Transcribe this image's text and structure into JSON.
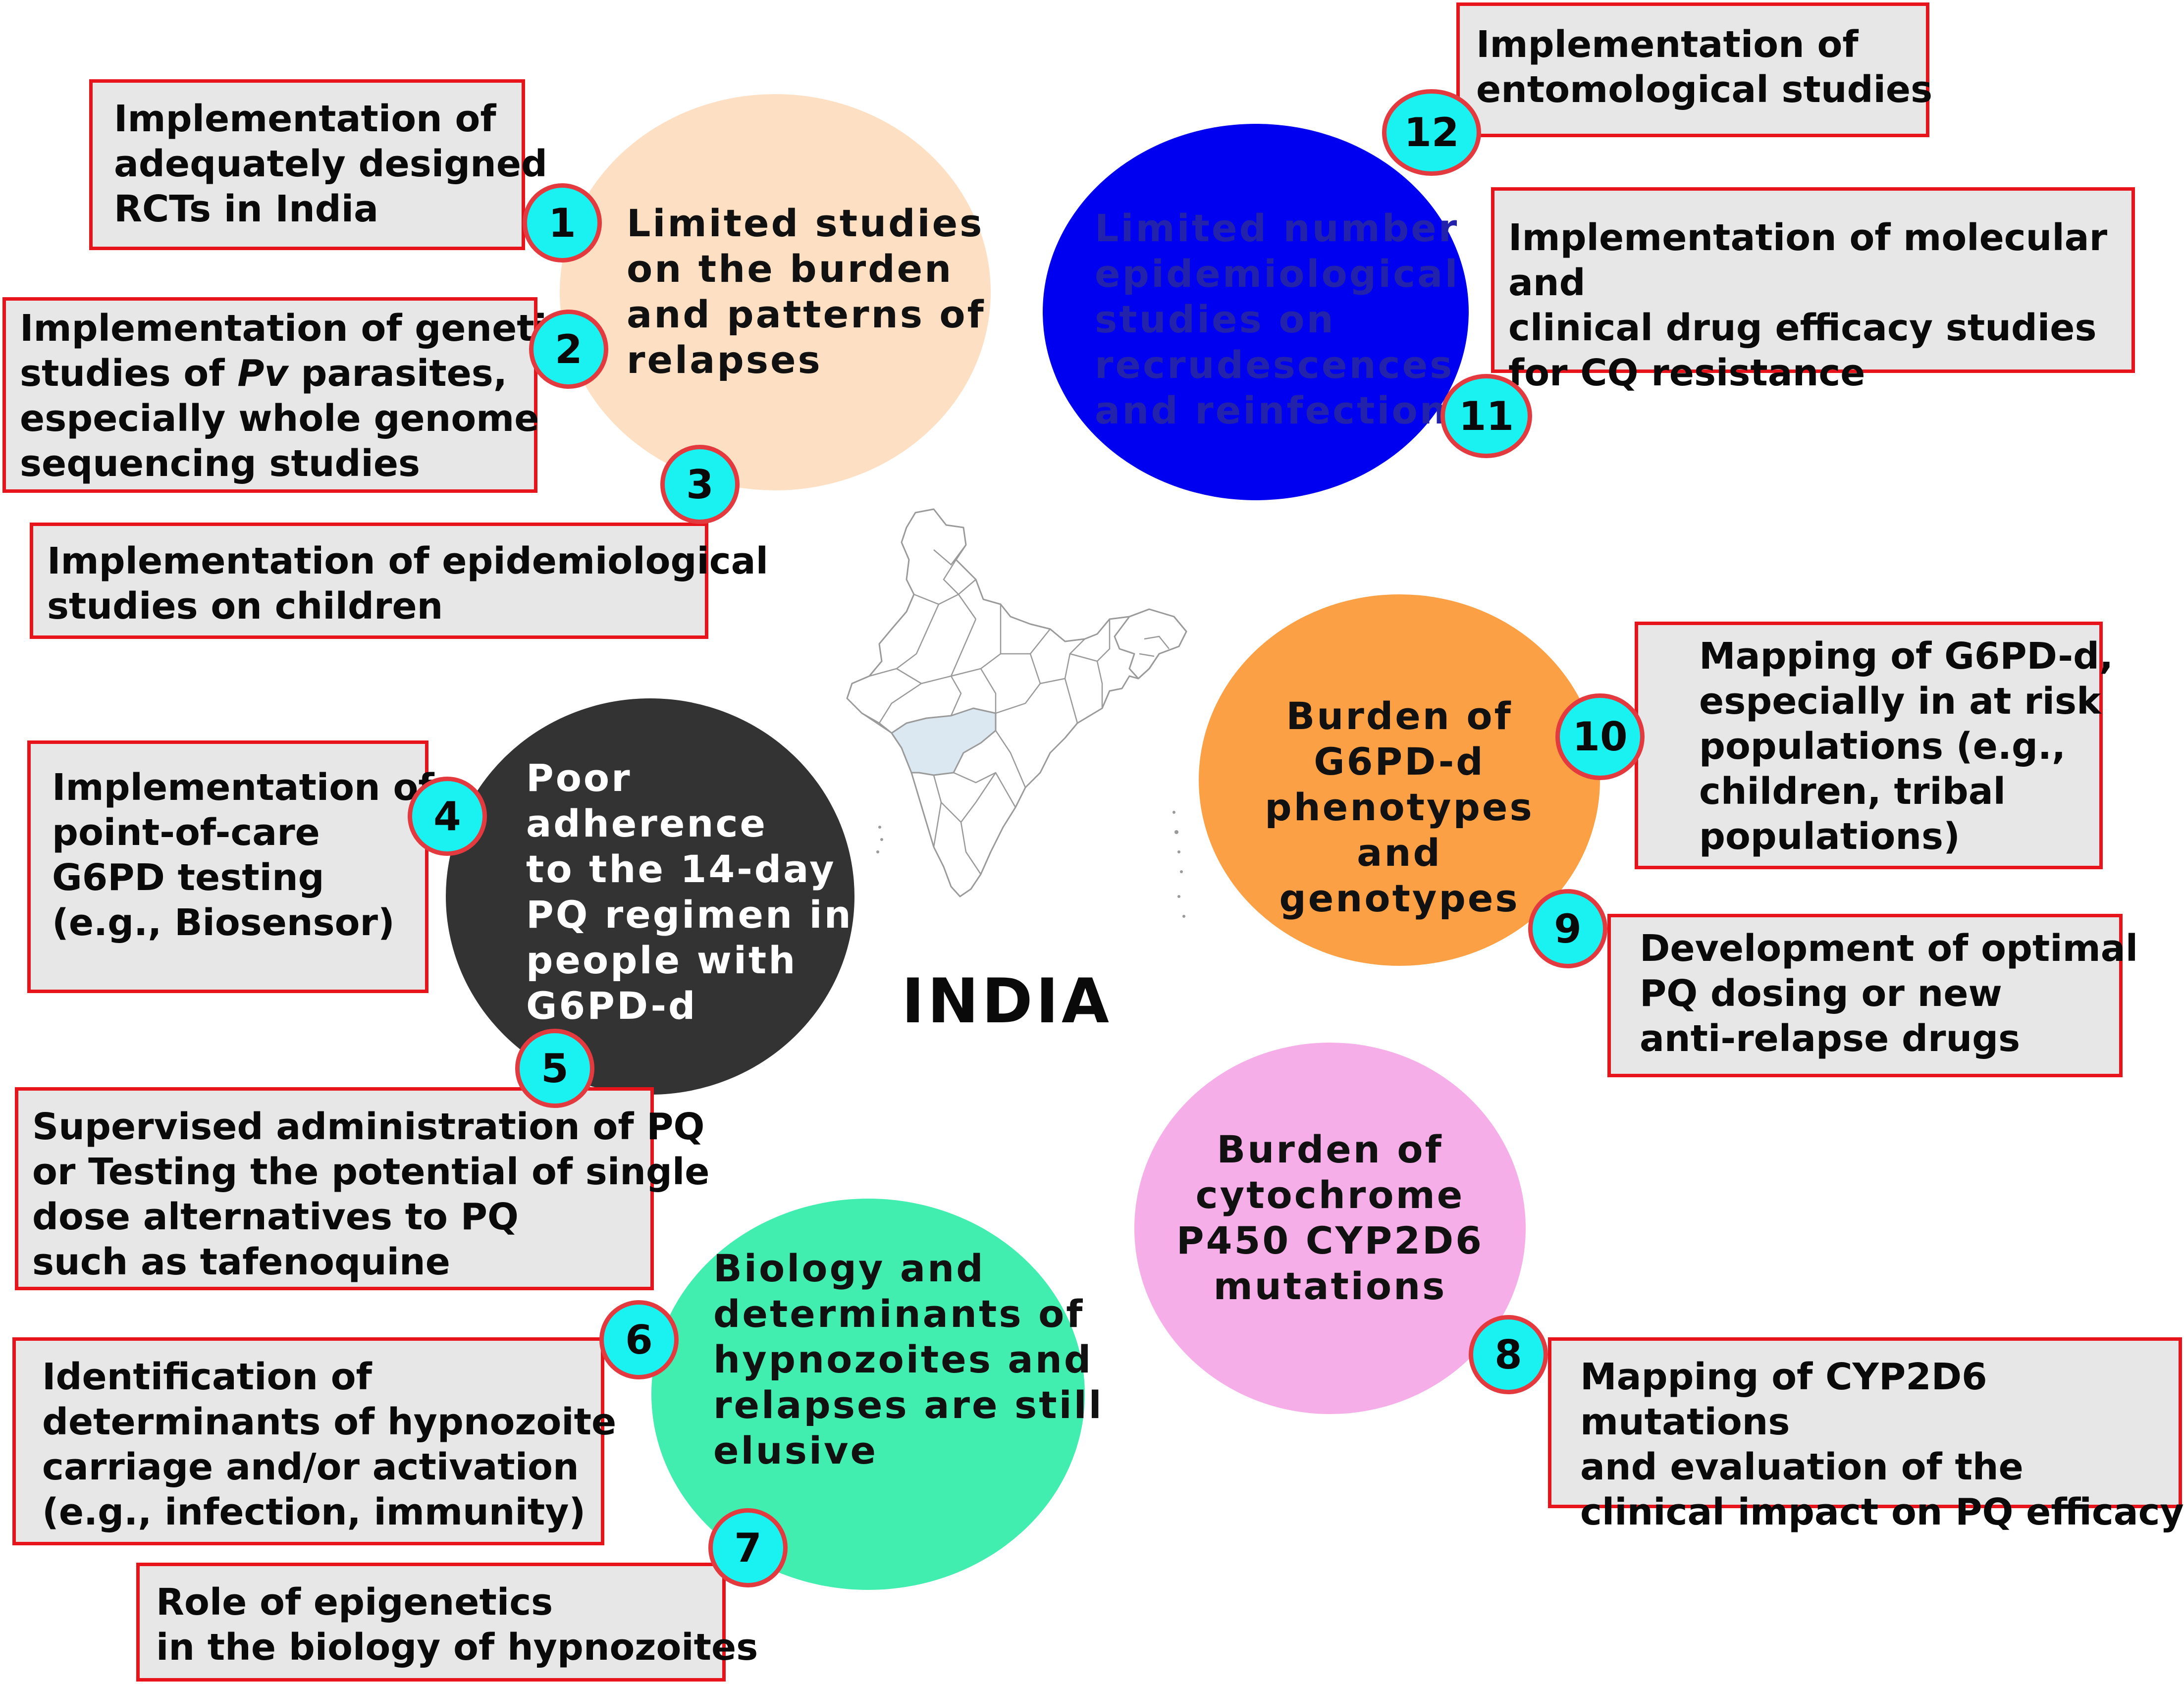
{
  "map_label": "INDIA",
  "colors": {
    "box_fill": "#e7e7e7",
    "box_border": "#e8141c",
    "badge_fill": "#19f2f0",
    "badge_border": "#e23a3f",
    "map_outline": "#9a9a9a",
    "map_highlight": "#dbe8f1"
  },
  "topics": [
    {
      "label": "Limited studies\non the burden\nand patterns of\nrelapses",
      "fill": "#fde0c3",
      "text_color": "#111111"
    },
    {
      "label": "Limited number\nepidemiological\nstudies on\nrecrudescences\nand reinfections",
      "fill": "#0000f0",
      "text_color": "#2222aa"
    },
    {
      "label": "Poor\nadherence\nto the 14-day\nPQ regimen in\npeople with\nG6PD-d",
      "fill": "#333333",
      "text_color": "#ffffff"
    },
    {
      "label": "Burden of\nG6PD-d\nphenotypes and\ngenotypes",
      "fill": "#fba045",
      "text_color": "#111111"
    },
    {
      "label": "Burden of\ncytochrome\nP450 CYP2D6\nmutations",
      "fill": "#f5aee7",
      "text_color": "#111111"
    },
    {
      "label": "Biology and\ndeterminants of\nhypnozoites and\nrelapses are still\nelusive",
      "fill": "#41eeb0",
      "text_color": "#111111"
    }
  ],
  "actions": [
    {
      "number": "1",
      "text": "Implementation of\nadequately designed\nRCTs in India"
    },
    {
      "number": "2",
      "text_before": "Implementation of genetic\nstudies of ",
      "text_italic": "Pv",
      "text_after": " parasites,\nespecially whole genome\nsequencing studies"
    },
    {
      "number": "3",
      "text": "Implementation of epidemiological\nstudies on children"
    },
    {
      "number": "4",
      "text": "Implementation of\npoint-of-care\nG6PD testing\n(e.g., Biosensor)"
    },
    {
      "number": "5",
      "text": "Supervised administration of PQ\nor Testing the potential of single\ndose alternatives to PQ\nsuch as tafenoquine"
    },
    {
      "number": "6",
      "text": "Identification of\ndeterminants of  hypnozoite\ncarriage and/or activation\n(e.g., infection, immunity)"
    },
    {
      "number": "7",
      "text": "Role of epigenetics\nin the biology of hypnozoites"
    },
    {
      "number": "8",
      "text": "Mapping of CYP2D6 mutations\nand evaluation of the\nclinical impact on PQ efficacy"
    },
    {
      "number": "9",
      "text": "Development of optimal\nPQ dosing or new\nanti-relapse drugs"
    },
    {
      "number": "10",
      "text": "Mapping of G6PD-d,\nespecially in at risk\npopulations (e.g.,\nchildren,  tribal\npopulations)"
    },
    {
      "number": "11",
      "text": "Implementation of molecular and\nclinical drug efficacy studies\nfor CQ resistance"
    },
    {
      "number": "12",
      "text": "Implementation of\nentomological studies"
    }
  ]
}
